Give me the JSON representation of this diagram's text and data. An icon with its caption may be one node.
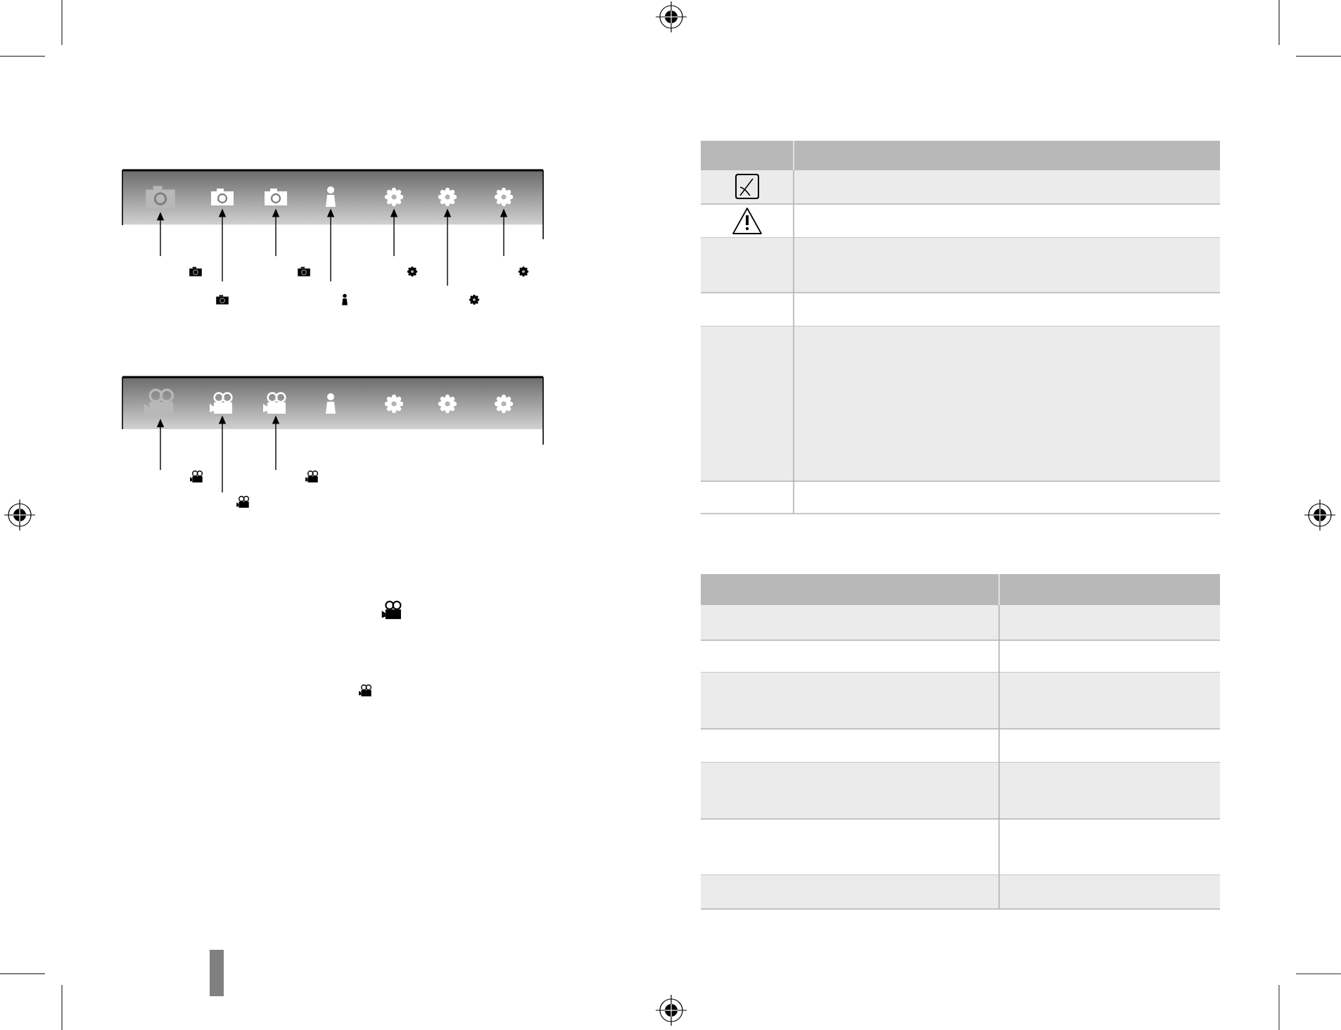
{
  "diagram": {
    "nodes": [
      {
        "text": [],
        "shape": "camera"
      },
      {
        "text": [],
        "shape": "camera"
      },
      {
        "text": [],
        "shape": "camera"
      },
      {
        "text": [],
        "shape": "person"
      },
      {
        "text": [],
        "shape": "gear"
      },
      {
        "text": [],
        "shape": "gear"
      },
      {
        "text": [],
        "shape": "gear"
      },
      {
        "text": [],
        "shape": "video"
      },
      {
        "text": [],
        "shape": "video"
      },
      {
        "text": [],
        "shape": "video"
      },
      {
        "text": [],
        "shape": "person"
      },
      {
        "text": [],
        "shape": "gear"
      },
      {
        "text": [],
        "shape": "gear"
      },
      {
        "text": [],
        "shape": "gear"
      }
    ],
    "edges": [
      {
        "from": null,
        "to": 0,
        "arrow": "to"
      },
      {
        "from": null,
        "to": 1,
        "arrow": "to"
      },
      {
        "from": null,
        "to": 2,
        "arrow": "to"
      },
      {
        "from": null,
        "to": 3,
        "arrow": "to"
      },
      {
        "from": null,
        "to": 4,
        "arrow": "to"
      },
      {
        "from": null,
        "to": 5,
        "arrow": "to"
      },
      {
        "from": null,
        "to": 6,
        "arrow": "to"
      },
      {
        "from": null,
        "to": 7,
        "arrow": "to"
      },
      {
        "from": null,
        "to": 8,
        "arrow": "to"
      },
      {
        "from": null,
        "to": 9,
        "arrow": "to"
      }
    ]
  }
}
